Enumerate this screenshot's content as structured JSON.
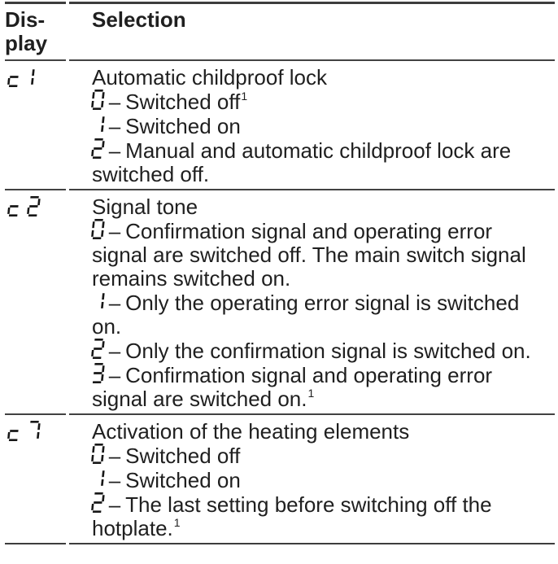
{
  "table": {
    "header": {
      "display_col_line1": "Dis-",
      "display_col_line2": "play",
      "selection_col": "Selection"
    },
    "option_separator": "–",
    "rows": [
      {
        "display": "c1",
        "title": "Automatic childproof lock",
        "options": [
          {
            "value": "0",
            "text": "Switched off",
            "footnote": "1"
          },
          {
            "value": "1",
            "text": "Switched on",
            "footnote": ""
          },
          {
            "value": "2",
            "text": "Manual and automatic childproof lock are switched off.",
            "footnote": ""
          }
        ]
      },
      {
        "display": "c 2",
        "title": "Signal tone",
        "options": [
          {
            "value": "0",
            "text": "Confirmation signal and operating error signal are switched off. The main switch sig­nal remains switched on.",
            "footnote": ""
          },
          {
            "value": "1",
            "text": "Only the operating error signal is switched on.",
            "footnote": ""
          },
          {
            "value": "2",
            "text": "Only the confirmation signal is switched on.",
            "footnote": ""
          },
          {
            "value": "3",
            "text": "Confirmation signal and operating error signal are switched on.",
            "footnote": "1"
          }
        ]
      },
      {
        "display": "c 7",
        "title": "Activation of the heating elements",
        "options": [
          {
            "value": "0",
            "text": "Switched off",
            "footnote": ""
          },
          {
            "value": "1",
            "text": "Switched on",
            "footnote": ""
          },
          {
            "value": "2",
            "text": "The last setting before switching off the hotplate.",
            "footnote": "1"
          }
        ]
      }
    ]
  }
}
